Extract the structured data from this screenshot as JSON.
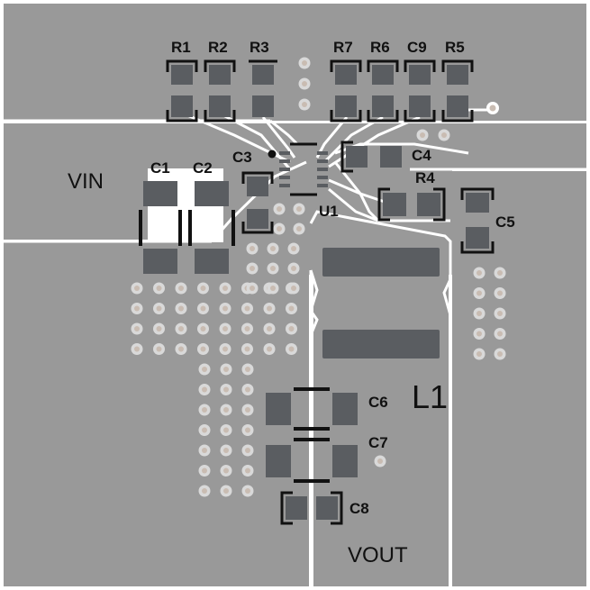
{
  "board": {
    "nets": {
      "vin": "VIN",
      "vout": "VOUT"
    },
    "refs": {
      "r1": "R1",
      "r2": "R2",
      "r3": "R3",
      "r7": "R7",
      "r6": "R6",
      "c9": "C9",
      "r5": "R5",
      "c1": "C1",
      "c2": "C2",
      "c3": "C3",
      "c4": "C4",
      "r4": "R4",
      "c5": "C5",
      "u1": "U1",
      "l1": "L1",
      "c6": "C6",
      "c7": "C7",
      "c8": "C8"
    }
  },
  "colors": {
    "copper": "#999999",
    "pad": "#5a5d61",
    "silkscreen": "#111111",
    "gap": "#ffffff",
    "via_ring": "#d9d9d9",
    "via_hole": "#c9bcb2"
  }
}
